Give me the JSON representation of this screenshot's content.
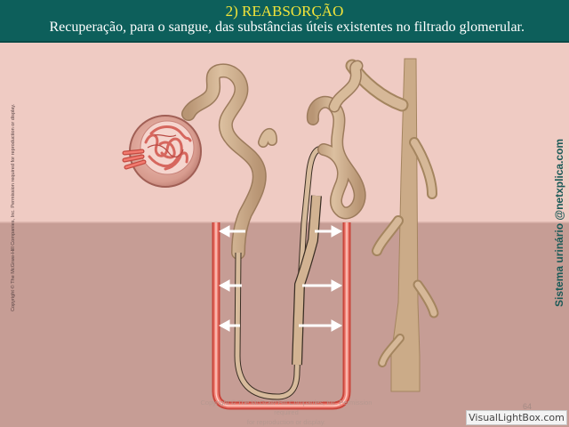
{
  "header": {
    "title": "2) REABSORÇÃO",
    "subtitle": "Recuperação, para o sangue, das substâncias úteis existentes no filtrado glomerular."
  },
  "side": {
    "copyright": "Copyright © The McGraw-Hill Companies, Inc. Permission required for reproduction or display.",
    "watermark": "Sistema urinário @netxplica.com"
  },
  "footer": {
    "note_lines": [
      "Copyright © The McGraw-Hill Companies, Inc. Permission required",
      "for reproduction or display."
    ],
    "page_number": "64",
    "badge": "VisualLightBox.com"
  },
  "colors": {
    "header_bg": "#0d5f5b",
    "title": "#f2e43a",
    "cortex": "#efcbc3",
    "medulla": "#c69d95",
    "tubule": "#cfb08e",
    "vessel": "#e8584a",
    "arrow": "#ffffff"
  },
  "icons": [
    "arrow-left-icon",
    "arrow-right-icon"
  ]
}
